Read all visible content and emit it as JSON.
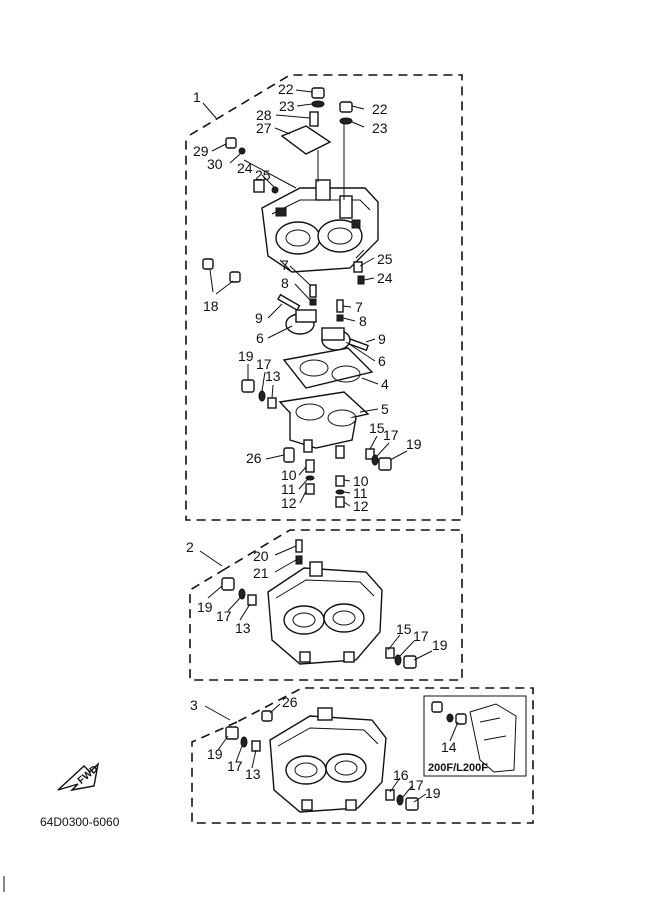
{
  "diagram_code": "64D0300-6060",
  "fwd_label": "FWD",
  "inset_label": "200F/L200F",
  "groups": [
    {
      "id": "1",
      "label": "1"
    },
    {
      "id": "2",
      "label": "2"
    },
    {
      "id": "3",
      "label": "3"
    }
  ],
  "callouts": {
    "g1": [
      "22",
      "23",
      "28",
      "27",
      "22",
      "23",
      "29",
      "30",
      "24",
      "25",
      "25",
      "24",
      "7",
      "8",
      "18",
      "9",
      "7",
      "8",
      "6",
      "9",
      "6",
      "19",
      "17",
      "13",
      "4",
      "5",
      "15",
      "17",
      "19",
      "26",
      "10",
      "11",
      "12",
      "10",
      "11",
      "12"
    ],
    "g2": [
      "20",
      "21",
      "19",
      "17",
      "13",
      "15",
      "17",
      "19"
    ],
    "g3": [
      "26",
      "19",
      "17",
      "13",
      "16",
      "17",
      "19",
      "14"
    ]
  }
}
